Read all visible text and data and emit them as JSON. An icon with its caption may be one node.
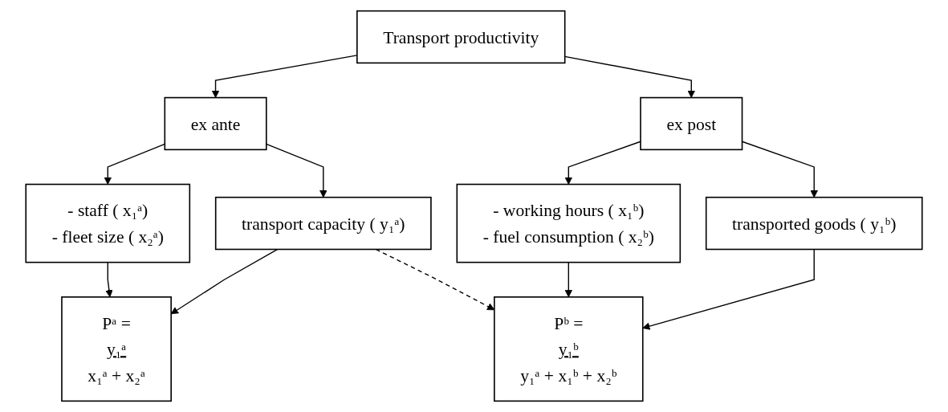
{
  "diagram": {
    "nodes": [
      {
        "text": [
          "Transport productivity"
        ]
      },
      {
        "text": [
          "ex ante"
        ]
      },
      {
        "text": [
          "ex post"
        ]
      },
      {
        "text": [
          "- staff ( x₁ᵃ)",
          "- fleet size ( x₂ᵃ)"
        ]
      },
      {
        "text": [
          "transport capacity ( y₁ᵃ)"
        ]
      },
      {
        "text": [
          "- working hours ( x₁ᵇ)",
          "- fuel consumption ( x₂ᵇ)"
        ]
      },
      {
        "text": [
          "transported goods ( y₁ᵇ)"
        ]
      },
      {
        "text": [
          "Pᵃ =",
          "y₁ᵃ",
          "x₁ᵃ + x₂ᵃ"
        ]
      },
      {
        "text": [
          "Pᵇ =",
          "y₁ᵇ",
          "y₁ᵃ + x₁ᵇ + x₂ᵇ"
        ]
      }
    ],
    "edges": [
      {
        "from": 0,
        "to": 1,
        "arrow": "to"
      },
      {
        "from": 0,
        "to": 2,
        "arrow": "to"
      },
      {
        "from": 1,
        "to": 3,
        "arrow": "to"
      },
      {
        "from": 1,
        "to": 4,
        "arrow": "to"
      },
      {
        "from": 2,
        "to": 5,
        "arrow": "to"
      },
      {
        "from": 2,
        "to": 6,
        "arrow": "to"
      },
      {
        "from": 3,
        "to": 7,
        "arrow": "to"
      },
      {
        "from": 4,
        "to": 7,
        "arrow": "to"
      },
      {
        "from": 5,
        "to": 8,
        "arrow": "to"
      },
      {
        "from": 6,
        "to": 8,
        "arrow": "to"
      },
      {
        "from": 4,
        "to": 8,
        "arrow": "to",
        "style": "dashed"
      }
    ]
  }
}
